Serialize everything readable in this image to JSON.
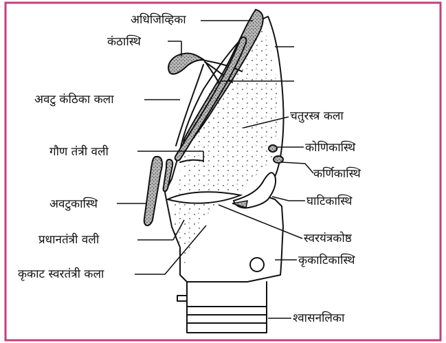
{
  "colors": {
    "frame": "#c2407e",
    "ink": "#111111",
    "cartilage_fill": "#9a9a9a"
  },
  "labels": {
    "epiglottis": "अधिजिव्हिका",
    "hyoid": "कंठास्थि",
    "thyrohyoid_membrane": "अवटु कंठिका कला",
    "quadrangular_membrane": "चतुरस्त्र कला",
    "false_vocal_fold": "गौण तंत्री वली",
    "corniculate": "कोणिकास्थि",
    "cuneiform": "कर्णिकास्थि",
    "thyroid": "अवटुकास्थि",
    "arytenoid": "घाटिकास्थि",
    "true_vocal_fold": "प्रधानतंत्री वली",
    "ventricle": "स्वरयंत्रकोष्ठ",
    "cricovocal_membrane": "कृकाट स्वरतंत्री कला",
    "cricoid": "कृकाटिकास्थि",
    "trachea": "श्वासनलिका"
  }
}
